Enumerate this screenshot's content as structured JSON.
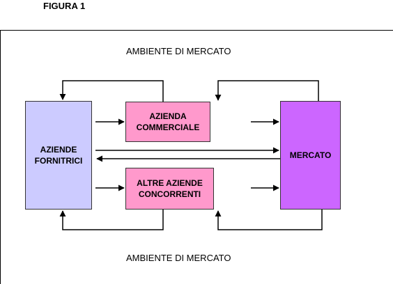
{
  "figure": {
    "label": "FIGURA 1",
    "environment_top": "AMBIENTE DI MERCATO",
    "environment_bottom": "AMBIENTE DI MERCATO"
  },
  "nodes": {
    "fornitrici": "AZIENDE\nFORNITRICI",
    "commerciale": "AZIENDA\nCOMMERCIALE",
    "concorrenti": "ALTRE AZIENDE\nCONCORRENTI",
    "mercato": "MERCATO"
  },
  "colors": {
    "fornitrici": "#cccbff",
    "aziende": "#ff99cc",
    "mercato": "#cc66ff"
  }
}
